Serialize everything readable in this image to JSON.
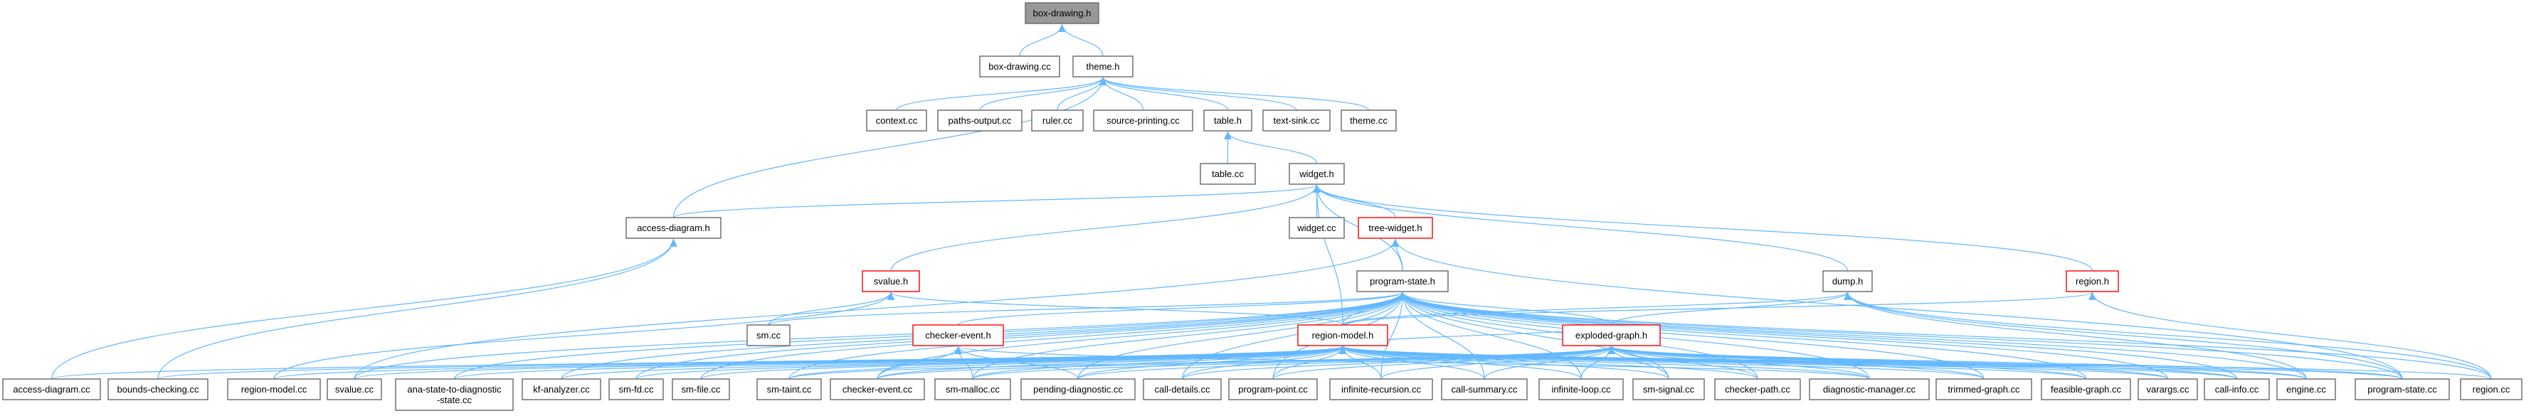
{
  "graph": {
    "title": "",
    "colors": {
      "edge": "#63b8ff",
      "node_border": "#666666",
      "node_fill": "#ffffff",
      "root_fill": "#999999",
      "root_border": "#666666",
      "highlight_border": "#ff0000"
    },
    "nodes": [
      {
        "id": "box-drawing-h",
        "label": "box-drawing.h",
        "kind": "root"
      },
      {
        "id": "box-drawing-cc",
        "label": "box-drawing.cc",
        "kind": "plain"
      },
      {
        "id": "theme-h",
        "label": "theme.h",
        "kind": "plain"
      },
      {
        "id": "context-cc",
        "label": "context.cc",
        "kind": "plain"
      },
      {
        "id": "paths-output-cc",
        "label": "paths-output.cc",
        "kind": "plain"
      },
      {
        "id": "ruler-cc",
        "label": "ruler.cc",
        "kind": "plain"
      },
      {
        "id": "source-printing-cc",
        "label": "source-printing.cc",
        "kind": "plain"
      },
      {
        "id": "table-h",
        "label": "table.h",
        "kind": "plain"
      },
      {
        "id": "text-sink-cc",
        "label": "text-sink.cc",
        "kind": "plain"
      },
      {
        "id": "theme-cc",
        "label": "theme.cc",
        "kind": "plain"
      },
      {
        "id": "table-cc",
        "label": "table.cc",
        "kind": "plain"
      },
      {
        "id": "widget-h",
        "label": "widget.h",
        "kind": "plain"
      },
      {
        "id": "access-diagram-h",
        "label": "access-diagram.h",
        "kind": "plain"
      },
      {
        "id": "widget-cc",
        "label": "widget.cc",
        "kind": "plain"
      },
      {
        "id": "tree-widget-h",
        "label": "tree-widget.h",
        "kind": "highlight"
      },
      {
        "id": "svalue-h",
        "label": "svalue.h",
        "kind": "highlight"
      },
      {
        "id": "program-state-h",
        "label": "program-state.h",
        "kind": "plain"
      },
      {
        "id": "dump-h",
        "label": "dump.h",
        "kind": "plain"
      },
      {
        "id": "region-h",
        "label": "region.h",
        "kind": "highlight"
      },
      {
        "id": "sm-cc",
        "label": "sm.cc",
        "kind": "plain"
      },
      {
        "id": "checker-event-h",
        "label": "checker-event.h",
        "kind": "highlight"
      },
      {
        "id": "region-model-h",
        "label": "region-model.h",
        "kind": "highlight"
      },
      {
        "id": "exploded-graph-h",
        "label": "exploded-graph.h",
        "kind": "highlight"
      },
      {
        "id": "access-diagram-cc",
        "label": "access-diagram.cc",
        "kind": "plain"
      },
      {
        "id": "bounds-checking-cc",
        "label": "bounds-checking.cc",
        "kind": "plain"
      },
      {
        "id": "region-model-cc",
        "label": "region-model.cc",
        "kind": "plain"
      },
      {
        "id": "svalue-cc",
        "label": "svalue.cc",
        "kind": "plain"
      },
      {
        "id": "ana-state-cc",
        "label": "ana-state-to-diagnostic\n-state.cc",
        "kind": "plain"
      },
      {
        "id": "kf-analyzer-cc",
        "label": "kf-analyzer.cc",
        "kind": "plain"
      },
      {
        "id": "sm-fd-cc",
        "label": "sm-fd.cc",
        "kind": "plain"
      },
      {
        "id": "sm-file-cc",
        "label": "sm-file.cc",
        "kind": "plain"
      },
      {
        "id": "sm-taint-cc",
        "label": "sm-taint.cc",
        "kind": "plain"
      },
      {
        "id": "checker-event-cc",
        "label": "checker-event.cc",
        "kind": "plain"
      },
      {
        "id": "sm-malloc-cc",
        "label": "sm-malloc.cc",
        "kind": "plain"
      },
      {
        "id": "pending-diagnostic-cc",
        "label": "pending-diagnostic.cc",
        "kind": "plain"
      },
      {
        "id": "call-details-cc",
        "label": "call-details.cc",
        "kind": "plain"
      },
      {
        "id": "program-point-cc",
        "label": "program-point.cc",
        "kind": "plain"
      },
      {
        "id": "infinite-recursion-cc",
        "label": "infinite-recursion.cc",
        "kind": "plain"
      },
      {
        "id": "call-summary-cc",
        "label": "call-summary.cc",
        "kind": "plain"
      },
      {
        "id": "infinite-loop-cc",
        "label": "infinite-loop.cc",
        "kind": "plain"
      },
      {
        "id": "sm-signal-cc",
        "label": "sm-signal.cc",
        "kind": "plain"
      },
      {
        "id": "checker-path-cc",
        "label": "checker-path.cc",
        "kind": "plain"
      },
      {
        "id": "diagnostic-manager-cc",
        "label": "diagnostic-manager.cc",
        "kind": "plain"
      },
      {
        "id": "trimmed-graph-cc",
        "label": "trimmed-graph.cc",
        "kind": "plain"
      },
      {
        "id": "feasible-graph-cc",
        "label": "feasible-graph.cc",
        "kind": "plain"
      },
      {
        "id": "varargs-cc",
        "label": "varargs.cc",
        "kind": "plain"
      },
      {
        "id": "call-info-cc",
        "label": "call-info.cc",
        "kind": "plain"
      },
      {
        "id": "engine-cc",
        "label": "engine.cc",
        "kind": "plain"
      },
      {
        "id": "program-state-cc",
        "label": "program-state.cc",
        "kind": "plain"
      },
      {
        "id": "region-cc",
        "label": "region.cc",
        "kind": "plain"
      }
    ],
    "edges": [
      [
        "box-drawing-cc",
        "box-drawing-h"
      ],
      [
        "theme-h",
        "box-drawing-h"
      ],
      [
        "context-cc",
        "theme-h"
      ],
      [
        "paths-output-cc",
        "theme-h"
      ],
      [
        "ruler-cc",
        "theme-h"
      ],
      [
        "source-printing-cc",
        "theme-h"
      ],
      [
        "table-h",
        "theme-h"
      ],
      [
        "text-sink-cc",
        "theme-h"
      ],
      [
        "theme-cc",
        "theme-h"
      ],
      [
        "access-diagram-h",
        "theme-h"
      ],
      [
        "table-cc",
        "table-h"
      ],
      [
        "widget-h",
        "table-h"
      ],
      [
        "widget-cc",
        "widget-h"
      ],
      [
        "tree-widget-h",
        "widget-h"
      ],
      [
        "access-diagram-h",
        "widget-h"
      ],
      [
        "svalue-h",
        "widget-h"
      ],
      [
        "program-state-h",
        "widget-h"
      ],
      [
        "dump-h",
        "widget-h"
      ],
      [
        "region-h",
        "widget-h"
      ],
      [
        "region-model-h",
        "widget-h"
      ],
      [
        "program-state-h",
        "tree-widget-h"
      ],
      [
        "svalue-cc",
        "tree-widget-h"
      ],
      [
        "program-state-cc",
        "tree-widget-h"
      ],
      [
        "access-diagram-cc",
        "access-diagram-h"
      ],
      [
        "bounds-checking-cc",
        "access-diagram-h"
      ],
      [
        "sm-cc",
        "svalue-h"
      ],
      [
        "region-model-h",
        "svalue-h"
      ],
      [
        "region-model-cc",
        "svalue-h"
      ],
      [
        "region-model-h",
        "program-state-h"
      ],
      [
        "exploded-graph-h",
        "program-state-h"
      ],
      [
        "checker-event-h",
        "program-state-h"
      ],
      [
        "sm-cc",
        "program-state-h"
      ],
      [
        "svalue-cc",
        "program-state-h"
      ],
      [
        "ana-state-cc",
        "program-state-h"
      ],
      [
        "kf-analyzer-cc",
        "program-state-h"
      ],
      [
        "sm-fd-cc",
        "program-state-h"
      ],
      [
        "sm-file-cc",
        "program-state-h"
      ],
      [
        "sm-taint-cc",
        "program-state-h"
      ],
      [
        "checker-event-cc",
        "program-state-h"
      ],
      [
        "sm-malloc-cc",
        "program-state-h"
      ],
      [
        "pending-diagnostic-cc",
        "program-state-h"
      ],
      [
        "call-details-cc",
        "program-state-h"
      ],
      [
        "program-point-cc",
        "program-state-h"
      ],
      [
        "infinite-recursion-cc",
        "program-state-h"
      ],
      [
        "call-summary-cc",
        "program-state-h"
      ],
      [
        "infinite-loop-cc",
        "program-state-h"
      ],
      [
        "sm-signal-cc",
        "program-state-h"
      ],
      [
        "checker-path-cc",
        "program-state-h"
      ],
      [
        "diagnostic-manager-cc",
        "program-state-h"
      ],
      [
        "trimmed-graph-cc",
        "program-state-h"
      ],
      [
        "feasible-graph-cc",
        "program-state-h"
      ],
      [
        "varargs-cc",
        "program-state-h"
      ],
      [
        "call-info-cc",
        "program-state-h"
      ],
      [
        "engine-cc",
        "program-state-h"
      ],
      [
        "program-state-cc",
        "program-state-h"
      ],
      [
        "region-cc",
        "program-state-h"
      ],
      [
        "region-model-h",
        "dump-h"
      ],
      [
        "exploded-graph-h",
        "dump-h"
      ],
      [
        "engine-cc",
        "dump-h"
      ],
      [
        "program-state-cc",
        "dump-h"
      ],
      [
        "region-cc",
        "dump-h"
      ],
      [
        "region-model-h",
        "region-h"
      ],
      [
        "region-cc",
        "region-h"
      ],
      [
        "checker-event-cc",
        "checker-event-h"
      ],
      [
        "sm-malloc-cc",
        "checker-event-h"
      ],
      [
        "diagnostic-manager-cc",
        "checker-event-h"
      ],
      [
        "pending-diagnostic-cc",
        "checker-event-h"
      ],
      [
        "access-diagram-cc",
        "region-model-h"
      ],
      [
        "bounds-checking-cc",
        "region-model-h"
      ],
      [
        "region-model-cc",
        "region-model-h"
      ],
      [
        "svalue-cc",
        "region-model-h"
      ],
      [
        "ana-state-cc",
        "region-model-h"
      ],
      [
        "kf-analyzer-cc",
        "region-model-h"
      ],
      [
        "sm-fd-cc",
        "region-model-h"
      ],
      [
        "sm-file-cc",
        "region-model-h"
      ],
      [
        "sm-taint-cc",
        "region-model-h"
      ],
      [
        "checker-event-cc",
        "region-model-h"
      ],
      [
        "sm-malloc-cc",
        "region-model-h"
      ],
      [
        "pending-diagnostic-cc",
        "region-model-h"
      ],
      [
        "call-details-cc",
        "region-model-h"
      ],
      [
        "program-point-cc",
        "region-model-h"
      ],
      [
        "infinite-recursion-cc",
        "region-model-h"
      ],
      [
        "call-summary-cc",
        "region-model-h"
      ],
      [
        "infinite-loop-cc",
        "region-model-h"
      ],
      [
        "sm-signal-cc",
        "region-model-h"
      ],
      [
        "checker-path-cc",
        "region-model-h"
      ],
      [
        "diagnostic-manager-cc",
        "region-model-h"
      ],
      [
        "trimmed-graph-cc",
        "region-model-h"
      ],
      [
        "feasible-graph-cc",
        "region-model-h"
      ],
      [
        "varargs-cc",
        "region-model-h"
      ],
      [
        "call-info-cc",
        "region-model-h"
      ],
      [
        "engine-cc",
        "region-model-h"
      ],
      [
        "program-state-cc",
        "region-model-h"
      ],
      [
        "region-cc",
        "region-model-h"
      ],
      [
        "exploded-graph-h",
        "region-model-h"
      ],
      [
        "sm-malloc-cc",
        "exploded-graph-h"
      ],
      [
        "program-point-cc",
        "exploded-graph-h"
      ],
      [
        "infinite-recursion-cc",
        "exploded-graph-h"
      ],
      [
        "call-summary-cc",
        "exploded-graph-h"
      ],
      [
        "infinite-loop-cc",
        "exploded-graph-h"
      ],
      [
        "sm-signal-cc",
        "exploded-graph-h"
      ],
      [
        "checker-path-cc",
        "exploded-graph-h"
      ],
      [
        "diagnostic-manager-cc",
        "exploded-graph-h"
      ],
      [
        "trimmed-graph-cc",
        "exploded-graph-h"
      ],
      [
        "feasible-graph-cc",
        "exploded-graph-h"
      ],
      [
        "varargs-cc",
        "exploded-graph-h"
      ],
      [
        "call-info-cc",
        "exploded-graph-h"
      ],
      [
        "engine-cc",
        "exploded-graph-h"
      ],
      [
        "program-state-cc",
        "exploded-graph-h"
      ],
      [
        "pending-diagnostic-cc",
        "exploded-graph-h"
      ],
      [
        "call-details-cc",
        "exploded-graph-h"
      ],
      [
        "checker-event-cc",
        "exploded-graph-h"
      ],
      [
        "sm-taint-cc",
        "exploded-graph-h"
      ]
    ]
  }
}
